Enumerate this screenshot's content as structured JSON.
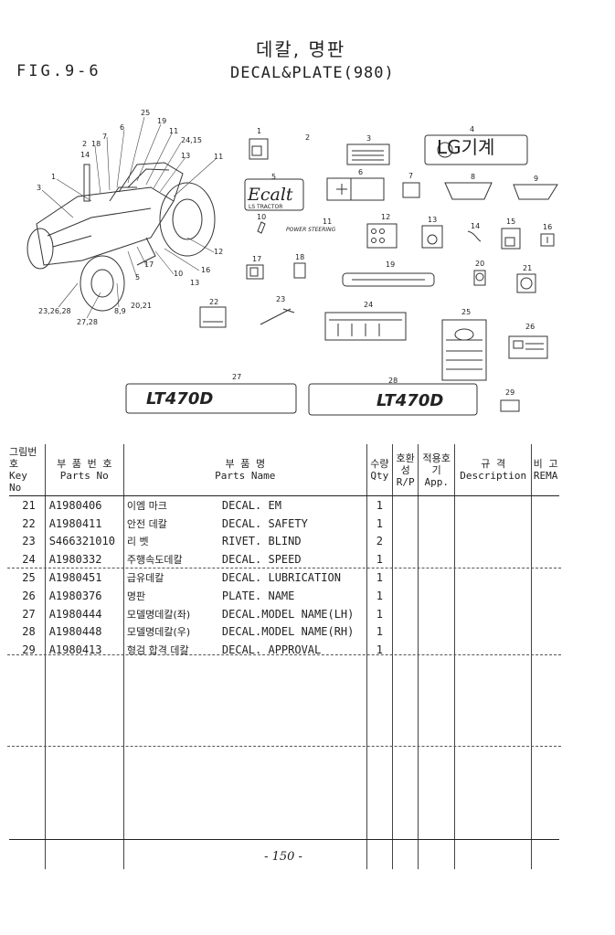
{
  "header": {
    "fig": "FIG.9-6",
    "title_ko": "데칼, 명판",
    "title_en": "DECAL&PLATE(980)"
  },
  "diagram": {
    "callouts_left": [
      "25",
      "19",
      "6",
      "11",
      "7",
      "24,15",
      "2",
      "18",
      "13",
      "14",
      "11",
      "1",
      "3",
      "12",
      "16",
      "17",
      "10",
      "13",
      "5",
      "20,21",
      "23,26,28",
      "8,9",
      "27,28"
    ],
    "decal_numbers": [
      "1",
      "2",
      "3",
      "4",
      "5",
      "6",
      "7",
      "8",
      "9",
      "10",
      "11",
      "12",
      "13",
      "14",
      "15",
      "16",
      "17",
      "18",
      "19",
      "20",
      "21",
      "22",
      "23",
      "24",
      "25",
      "26",
      "27",
      "28",
      "29"
    ],
    "lg_logo_text": "LG기계",
    "ecalt_text": "Ecalt",
    "ls_tractor_text": "LS TRACTOR",
    "power_steering_text": "POWER STEERING",
    "model_lh": "LT470D",
    "model_rh": "LT470D"
  },
  "table": {
    "headers": {
      "key_ko": "그림번호",
      "key_en": "Key No",
      "part_ko": "부 품 번 호",
      "part_en": "Parts No",
      "name_ko": "부 품 명",
      "name_en": "Parts Name",
      "qty_ko": "수량",
      "qty_en": "Qty",
      "rp_ko": "호환성",
      "rp_en": "R/P",
      "app_ko": "적용호기",
      "app_en": "App.",
      "desc_ko": "규 격",
      "desc_en": "Description",
      "rem_ko": "비 고",
      "rem_en": "REMA"
    },
    "rows": [
      {
        "key": "21",
        "part": "A1980406",
        "name_ko": "이엠 마크",
        "name_en": "DECAL. EM",
        "qty": "1"
      },
      {
        "key": "22",
        "part": "A1980411",
        "name_ko": "안전 데칼",
        "name_en": "DECAL. SAFETY",
        "qty": "1"
      },
      {
        "key": "23",
        "part": "S466321010",
        "name_ko": "리 벳",
        "name_en": "RIVET. BLIND",
        "qty": "2"
      },
      {
        "key": "24",
        "part": "A1980332",
        "name_ko": "주행속도데칼",
        "name_en": "DECAL. SPEED",
        "qty": "1"
      },
      {
        "key": "25",
        "part": "A1980451",
        "name_ko": "급유데칼",
        "name_en": "DECAL. LUBRICATION",
        "qty": "1"
      },
      {
        "key": "26",
        "part": "A1980376",
        "name_ko": "명판",
        "name_en": "PLATE. NAME",
        "qty": "1"
      },
      {
        "key": "27",
        "part": "A1980444",
        "name_ko": "모델명데칼(좌)",
        "name_en": "DECAL.MODEL NAME(LH)",
        "qty": "1"
      },
      {
        "key": "28",
        "part": "A1980448",
        "name_ko": "모델명데칼(우)",
        "name_en": "DECAL.MODEL NAME(RH)",
        "qty": "1"
      },
      {
        "key": "29",
        "part": "A1980413",
        "name_ko": "형검 합격 데칼",
        "name_en": "DECAL. APPROVAL",
        "qty": "1"
      }
    ]
  },
  "page_number": "- 150 -"
}
